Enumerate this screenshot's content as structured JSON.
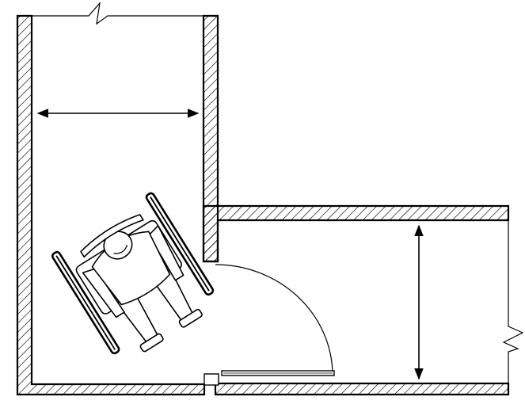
{
  "diagram": {
    "kind": "plan-view",
    "elements": [
      "corridor-wall-left",
      "corridor-wall-right-upper",
      "room-wall-top",
      "floor-wall-bottom",
      "corridor-width-dimension",
      "room-depth-dimension",
      "door-leaf",
      "door-swing-arc",
      "wheelchair-user",
      "break-line-top",
      "break-line-right"
    ],
    "text_labels": []
  }
}
